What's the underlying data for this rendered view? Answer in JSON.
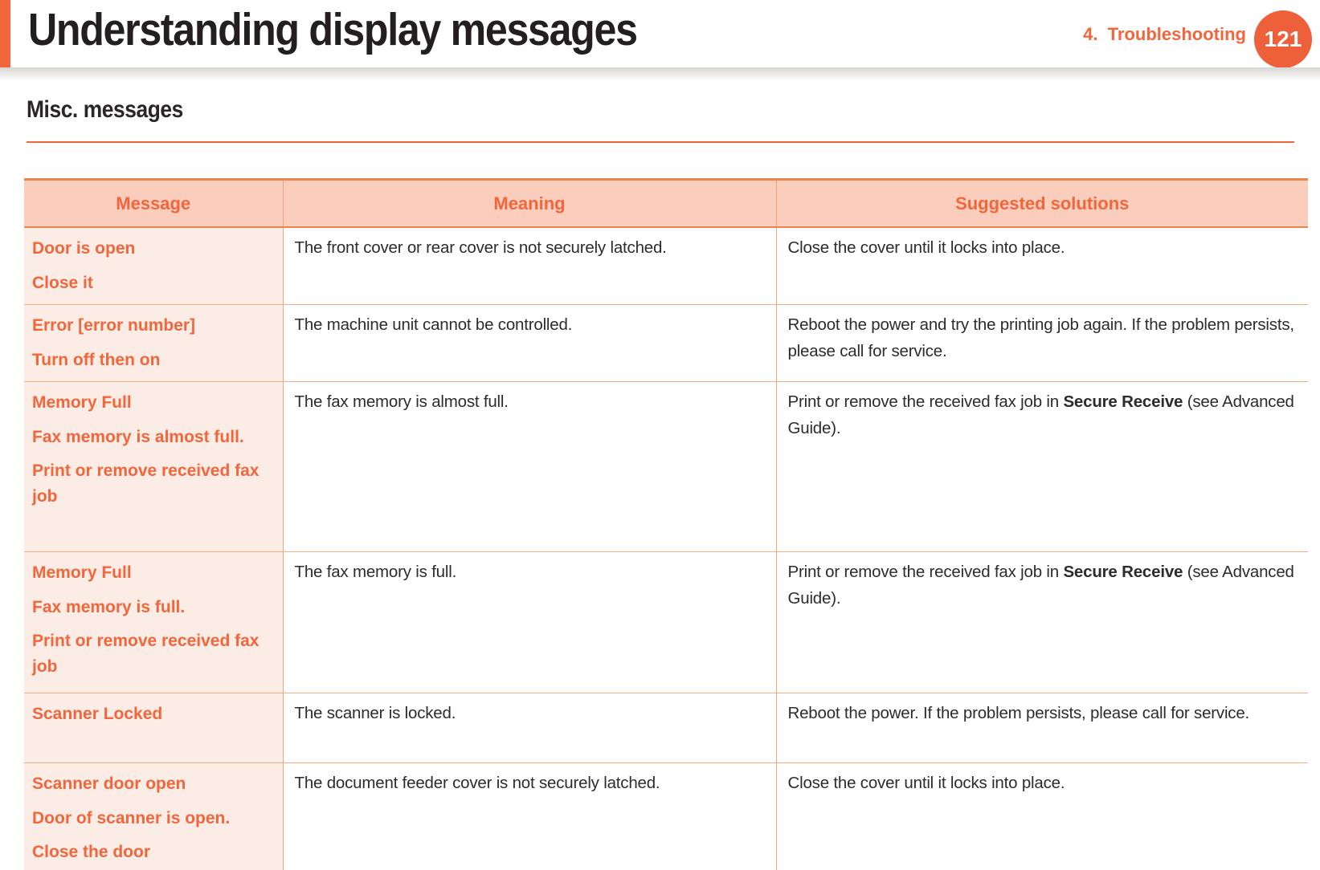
{
  "header": {
    "title": "Understanding display messages",
    "chapter_label": "4.  Troubleshooting",
    "page_number": "121"
  },
  "section": {
    "heading": "Misc. messages"
  },
  "colors": {
    "accent_orange": "#F2663C",
    "badge_orange": "#EE6039",
    "table_header_bg": "#FACDBD",
    "message_column_bg": "#FCECE6",
    "table_border_strong": "#E9854F",
    "table_border_light": "#F3AC85",
    "title_text": "#231F20",
    "body_text": "#2E2B2C"
  },
  "table": {
    "headers": [
      "Message",
      "Meaning",
      "Suggested solutions"
    ],
    "rows": [
      {
        "message": [
          "Door is open",
          "Close it"
        ],
        "meaning": "The front cover or rear cover is not securely latched.",
        "solution": [
          {
            "text": "Close the cover until it locks into place.",
            "bold": false
          }
        ]
      },
      {
        "message": [
          "Error [error number]",
          "Turn off then on"
        ],
        "meaning": "The machine unit cannot be controlled.",
        "solution": [
          {
            "text": "Reboot the power and try the printing job again. If the problem persists, please call for service.",
            "bold": false
          }
        ]
      },
      {
        "message": [
          "Memory Full",
          "Fax memory is almost full.",
          "Print or remove received fax job"
        ],
        "meaning": "The fax memory is almost full.",
        "solution": [
          {
            "text": "Print or remove the received fax job in ",
            "bold": false
          },
          {
            "text": "Secure Receive",
            "bold": true
          },
          {
            "text": " (see Advanced Guide).",
            "bold": false
          }
        ]
      },
      {
        "message": [
          "Memory Full",
          "Fax memory is full.",
          "Print or remove received fax job"
        ],
        "meaning": "The fax memory is full.",
        "solution": [
          {
            "text": "Print or remove the received fax job in ",
            "bold": false
          },
          {
            "text": "Secure Receive",
            "bold": true
          },
          {
            "text": " (see Advanced Guide).",
            "bold": false
          }
        ]
      },
      {
        "message": [
          "Scanner Locked"
        ],
        "meaning": "The scanner is locked.",
        "solution": [
          {
            "text": "Reboot the power. If the problem persists, please call for service.",
            "bold": false
          }
        ]
      },
      {
        "message": [
          "Scanner door open",
          "Door of scanner is open.",
          "Close the door"
        ],
        "meaning": "The document feeder cover is not securely latched.",
        "solution": [
          {
            "text": "Close the cover until it locks into place.",
            "bold": false
          }
        ]
      }
    ]
  }
}
